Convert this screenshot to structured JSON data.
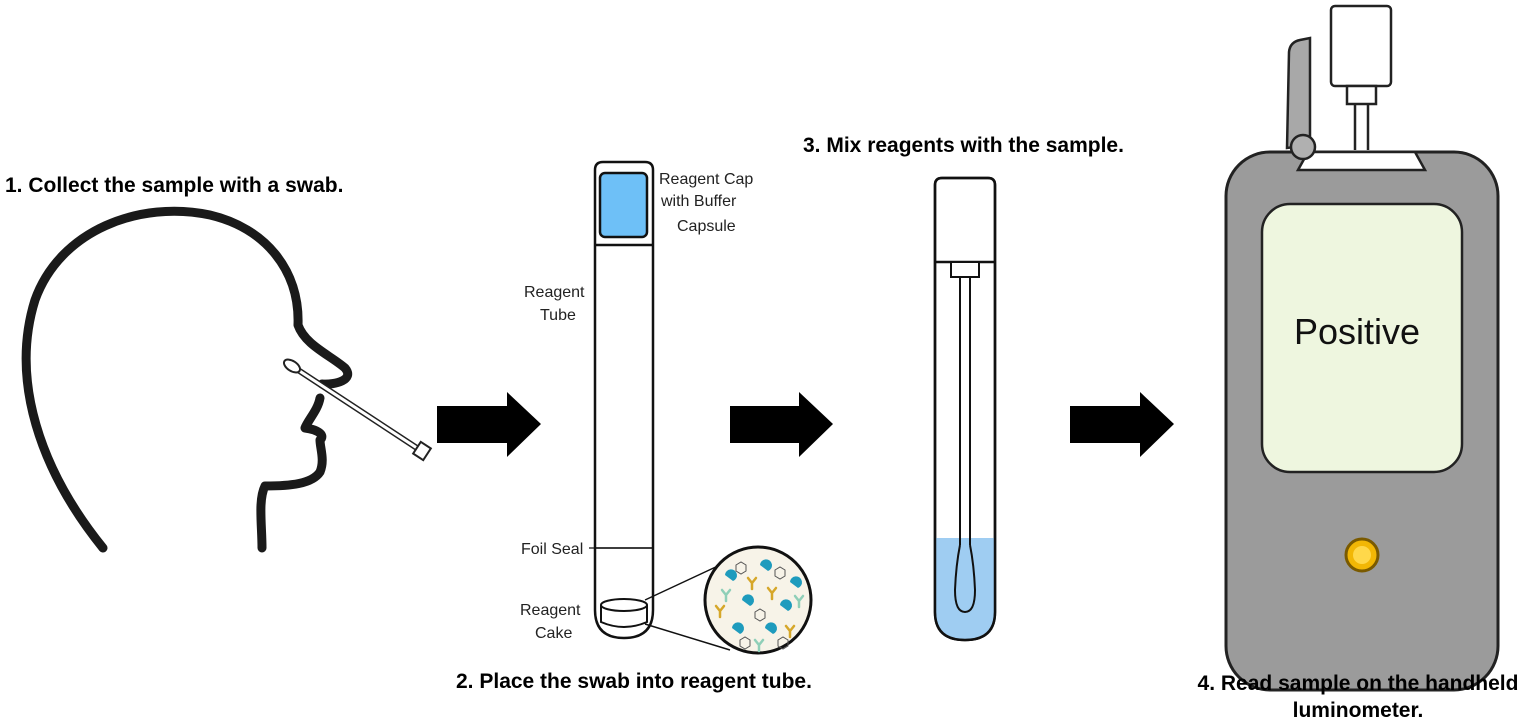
{
  "steps": {
    "step1": "1. Collect the sample with a swab.",
    "step2": "2. Place the swab into reagent tube.",
    "step3": "3. Mix reagents with the sample.",
    "step4_line1": "4. Read sample on the handheld",
    "step4_line2": "luminometer."
  },
  "tube_labels": {
    "cap_line1": "Reagent Cap",
    "cap_line2": "with Buffer",
    "cap_line3": "Capsule",
    "tube_line1": "Reagent",
    "tube_line2": "Tube",
    "seal": "Foil Seal",
    "cake_line1": "Reagent",
    "cake_line2": "Cake"
  },
  "device": {
    "screen_result": "Positive"
  },
  "icons": [
    "head-profile-icon",
    "swab-icon",
    "arrow-right-icon",
    "reagent-tube-icon",
    "magnifier-circle-icon",
    "mixing-tube-icon",
    "luminometer-icon",
    "indicator-light-icon"
  ],
  "colors": {
    "cap_blue": "#6ec0f7",
    "liquid_blue": "#9fcdf2",
    "device_gray": "#9b9b9b",
    "screen_green": "#eef6df",
    "light_yellow": "#f2b705",
    "particle_teal": "#1e9bbd",
    "particle_yellow": "#d6a72a",
    "particle_green": "#8fcfb8"
  }
}
